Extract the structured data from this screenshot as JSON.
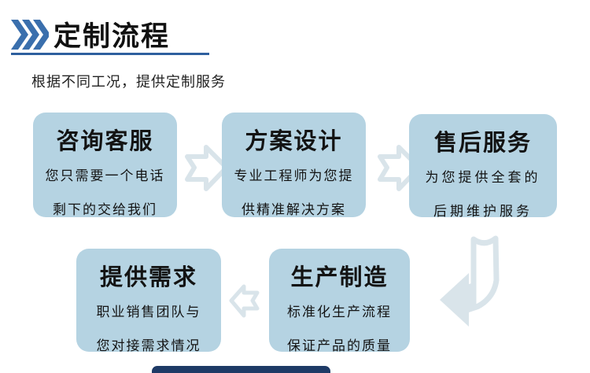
{
  "header": {
    "title": "定制流程",
    "subtitle": "根据不同工况，提供定制服务"
  },
  "flow": {
    "steps": [
      {
        "title": "咨询客服",
        "line1": "您只需要一个电话",
        "line2": "剩下的交给我们"
      },
      {
        "title": "方案设计",
        "line1": "专业工程师为您提",
        "line2": "供精准解决方案"
      },
      {
        "title": "售后服务",
        "line1": "为您提供全套的",
        "line2": "后期维护服务"
      },
      {
        "title": "提供需求",
        "line1": "职业销售团队与",
        "line2": "您对接需求情况"
      },
      {
        "title": "生产制造",
        "line1": "标准化生产流程",
        "line2": "保证产品的质量"
      }
    ]
  },
  "colors": {
    "accent_blue": "#3a6fad",
    "underline_blue": "#2e5f9e",
    "box_fill": "#b5d3e2",
    "arrow_pale": "#d9e4ea",
    "next_bar_navy": "#1e3a66",
    "text": "#131313"
  },
  "icons": {
    "header_chevrons": "triple-chevron-right",
    "flow_arrows": [
      "arrow-right",
      "arrow-right",
      "arrow-left",
      "arrow-down-left-ribbon"
    ]
  }
}
